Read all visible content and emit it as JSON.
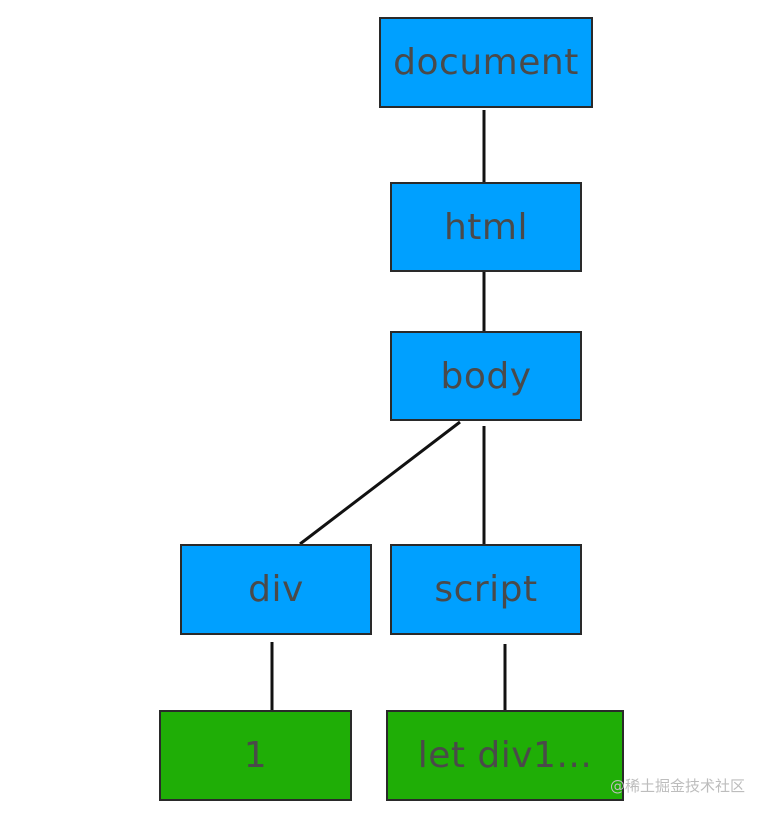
{
  "diagram": {
    "nodes": {
      "document": "document",
      "html": "html",
      "body": "body",
      "div": "div",
      "script": "script",
      "text_1": "1",
      "text_script": "let div1..."
    },
    "edges": [
      [
        "document",
        "html"
      ],
      [
        "html",
        "body"
      ],
      [
        "body",
        "div"
      ],
      [
        "body",
        "script"
      ],
      [
        "div",
        "text_1"
      ],
      [
        "script",
        "text_script"
      ]
    ],
    "colors": {
      "element_node": "#00a0ff",
      "text_node": "#1fae06",
      "edge": "#111111"
    }
  },
  "watermark": "@稀土掘金技术社区"
}
